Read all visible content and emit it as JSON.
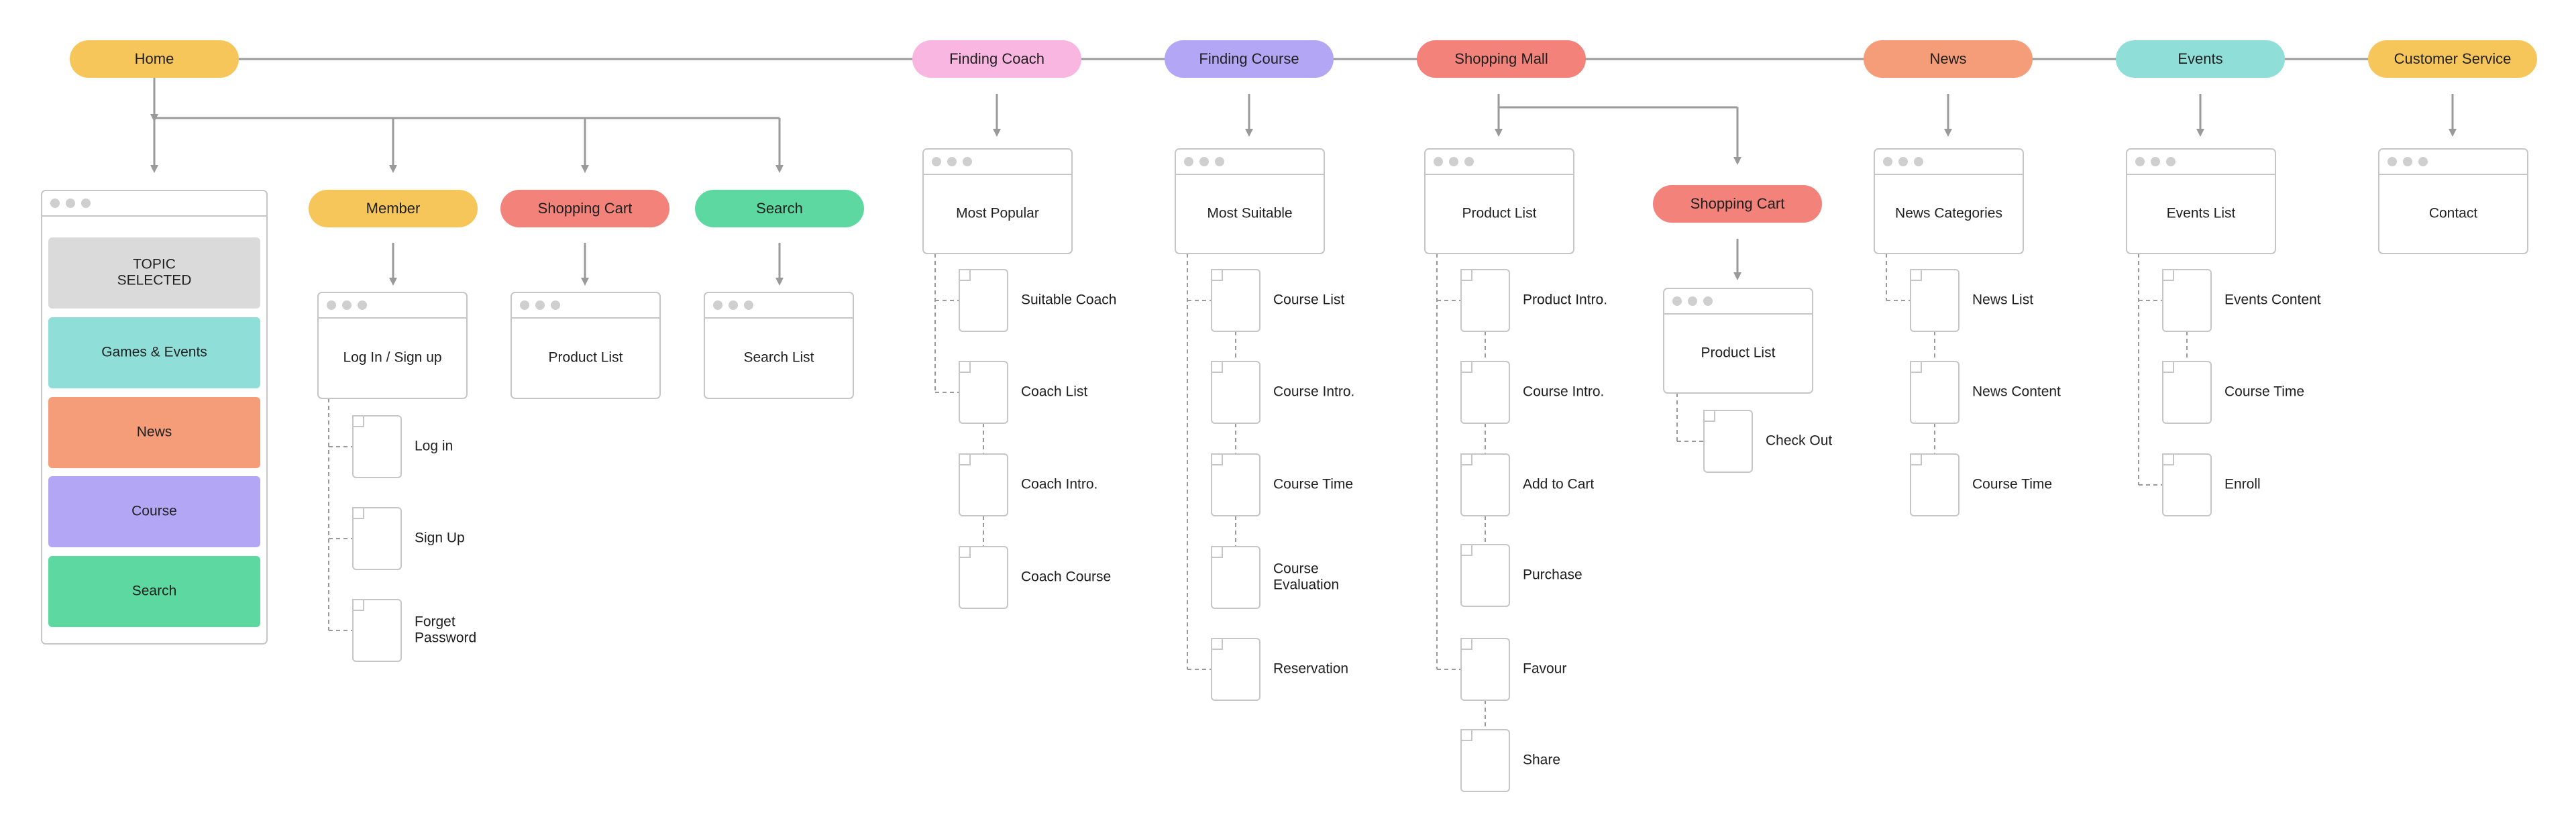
{
  "colors": {
    "yellow": "#f7c65a",
    "pink": "#f9b6e0",
    "purple": "#b3a6f4",
    "red": "#f2827a",
    "orange": "#f49d78",
    "teal": "#8fded8",
    "green": "#5cd8a0",
    "gray_block": "#dadada",
    "line": "#9a9a9a",
    "border": "#c6c6c6"
  },
  "top_nav": [
    {
      "key": "home",
      "label": "Home",
      "color": "yellow"
    },
    {
      "key": "finding-coach",
      "label": "Finding Coach",
      "color": "pink"
    },
    {
      "key": "finding-course",
      "label": "Finding Course",
      "color": "purple"
    },
    {
      "key": "shopping-mall",
      "label": "Shopping Mall",
      "color": "red"
    },
    {
      "key": "news",
      "label": "News",
      "color": "orange"
    },
    {
      "key": "events",
      "label": "Events",
      "color": "teal"
    },
    {
      "key": "customer-service",
      "label": "Customer Service",
      "color": "yellow"
    }
  ],
  "home": {
    "sub_pills": [
      {
        "key": "member",
        "label": "Member",
        "color": "yellow"
      },
      {
        "key": "shopping-cart",
        "label": "Shopping Cart",
        "color": "red"
      },
      {
        "key": "search",
        "label": "Search",
        "color": "green"
      }
    ],
    "menu_blocks": [
      {
        "key": "topic-selected",
        "lines": [
          "TOPIC",
          "SELECTED"
        ],
        "color": "gray_block"
      },
      {
        "key": "games-events",
        "lines": [
          "Games & Events"
        ],
        "color": "teal"
      },
      {
        "key": "news",
        "lines": [
          "News"
        ],
        "color": "orange"
      },
      {
        "key": "course",
        "lines": [
          "Course"
        ],
        "color": "purple"
      },
      {
        "key": "search",
        "lines": [
          "Search"
        ],
        "color": "green"
      }
    ],
    "member": {
      "window": "Log In / Sign up",
      "pages": [
        [
          "Log in"
        ],
        [
          "Sign Up"
        ],
        [
          "Forget",
          "Password"
        ]
      ]
    },
    "shopping_cart": {
      "window": "Product List"
    },
    "search": {
      "window": "Search List"
    }
  },
  "finding_coach": {
    "window": "Most Popular",
    "pages": [
      [
        "Suitable Coach"
      ],
      [
        "Coach List"
      ],
      [
        "Coach Intro."
      ],
      [
        "Coach Course"
      ]
    ]
  },
  "finding_course": {
    "window": "Most Suitable",
    "pages": [
      [
        "Course List"
      ],
      [
        "Course Intro."
      ],
      [
        "Course Time"
      ],
      [
        "Course",
        "Evaluation"
      ],
      [
        "Reservation"
      ]
    ]
  },
  "shopping_mall": {
    "window": "Product List",
    "pages": [
      [
        "Product Intro."
      ],
      [
        "Course Intro."
      ],
      [
        "Add to Cart"
      ],
      [
        "Purchase"
      ],
      [
        "Favour"
      ],
      [
        "Share"
      ]
    ],
    "cart_pill": {
      "label": "Shopping Cart",
      "color": "red"
    },
    "cart_window": "Product List",
    "cart_pages": [
      [
        "Check Out"
      ]
    ]
  },
  "news": {
    "window": "News Categories",
    "pages": [
      [
        "News List"
      ],
      [
        "News Content"
      ],
      [
        "Course Time"
      ]
    ]
  },
  "events": {
    "window": "Events List",
    "pages": [
      [
        "Events Content"
      ],
      [
        "Course Time"
      ],
      [
        "Enroll"
      ]
    ]
  },
  "customer_service": {
    "window": "Contact"
  }
}
